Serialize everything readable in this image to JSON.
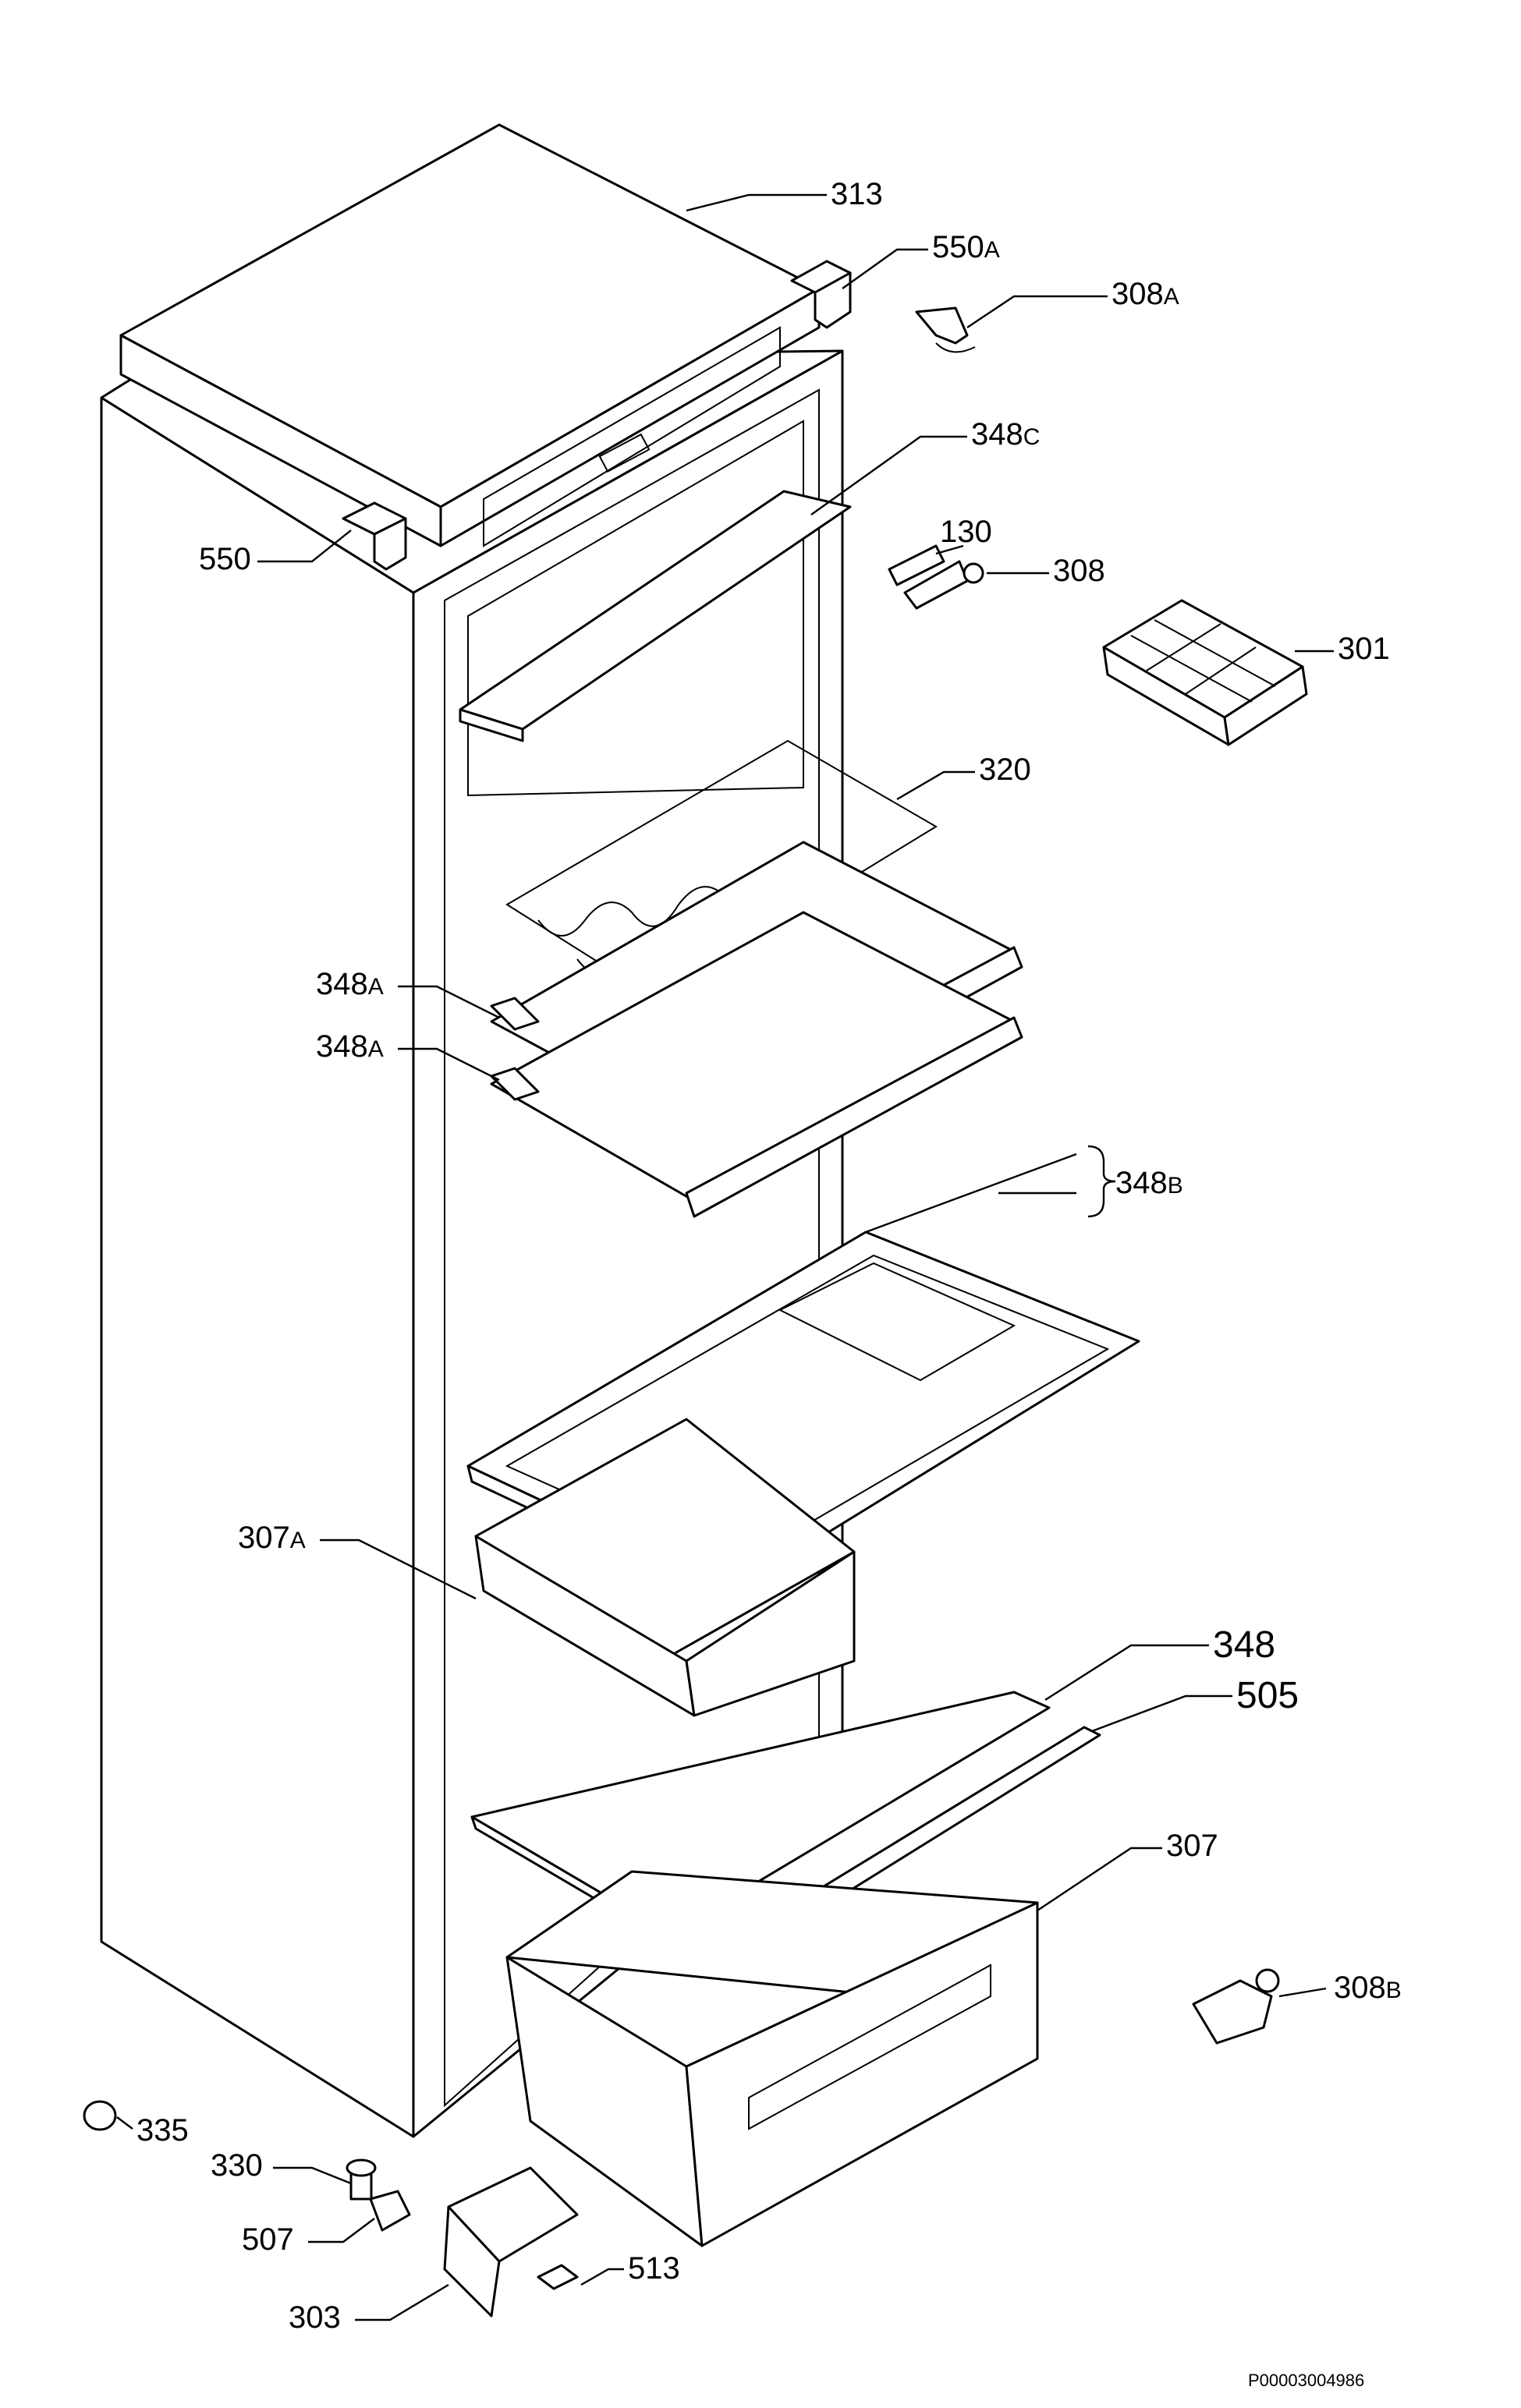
{
  "labels": {
    "p313": "313",
    "p550a": "550",
    "p550a_suffix": "A",
    "p308a": "308",
    "p308a_suffix": "A",
    "p348c": "348",
    "p348c_suffix": "C",
    "p550": "550",
    "p130": "130",
    "p308": "308",
    "p301": "301",
    "p320": "320",
    "p348a_1": "348",
    "p348a_1_suffix": "A",
    "p348a_2": "348",
    "p348a_2_suffix": "A",
    "p348b": "348",
    "p348b_suffix": "B",
    "p307a": "307",
    "p307a_suffix": "A",
    "p348": "348",
    "p505": "505",
    "p307": "307",
    "p308b": "308",
    "p308b_suffix": "B",
    "p335": "335",
    "p330": "330",
    "p507": "507",
    "p513": "513",
    "p303": "303"
  },
  "document_id": "P00003004986"
}
